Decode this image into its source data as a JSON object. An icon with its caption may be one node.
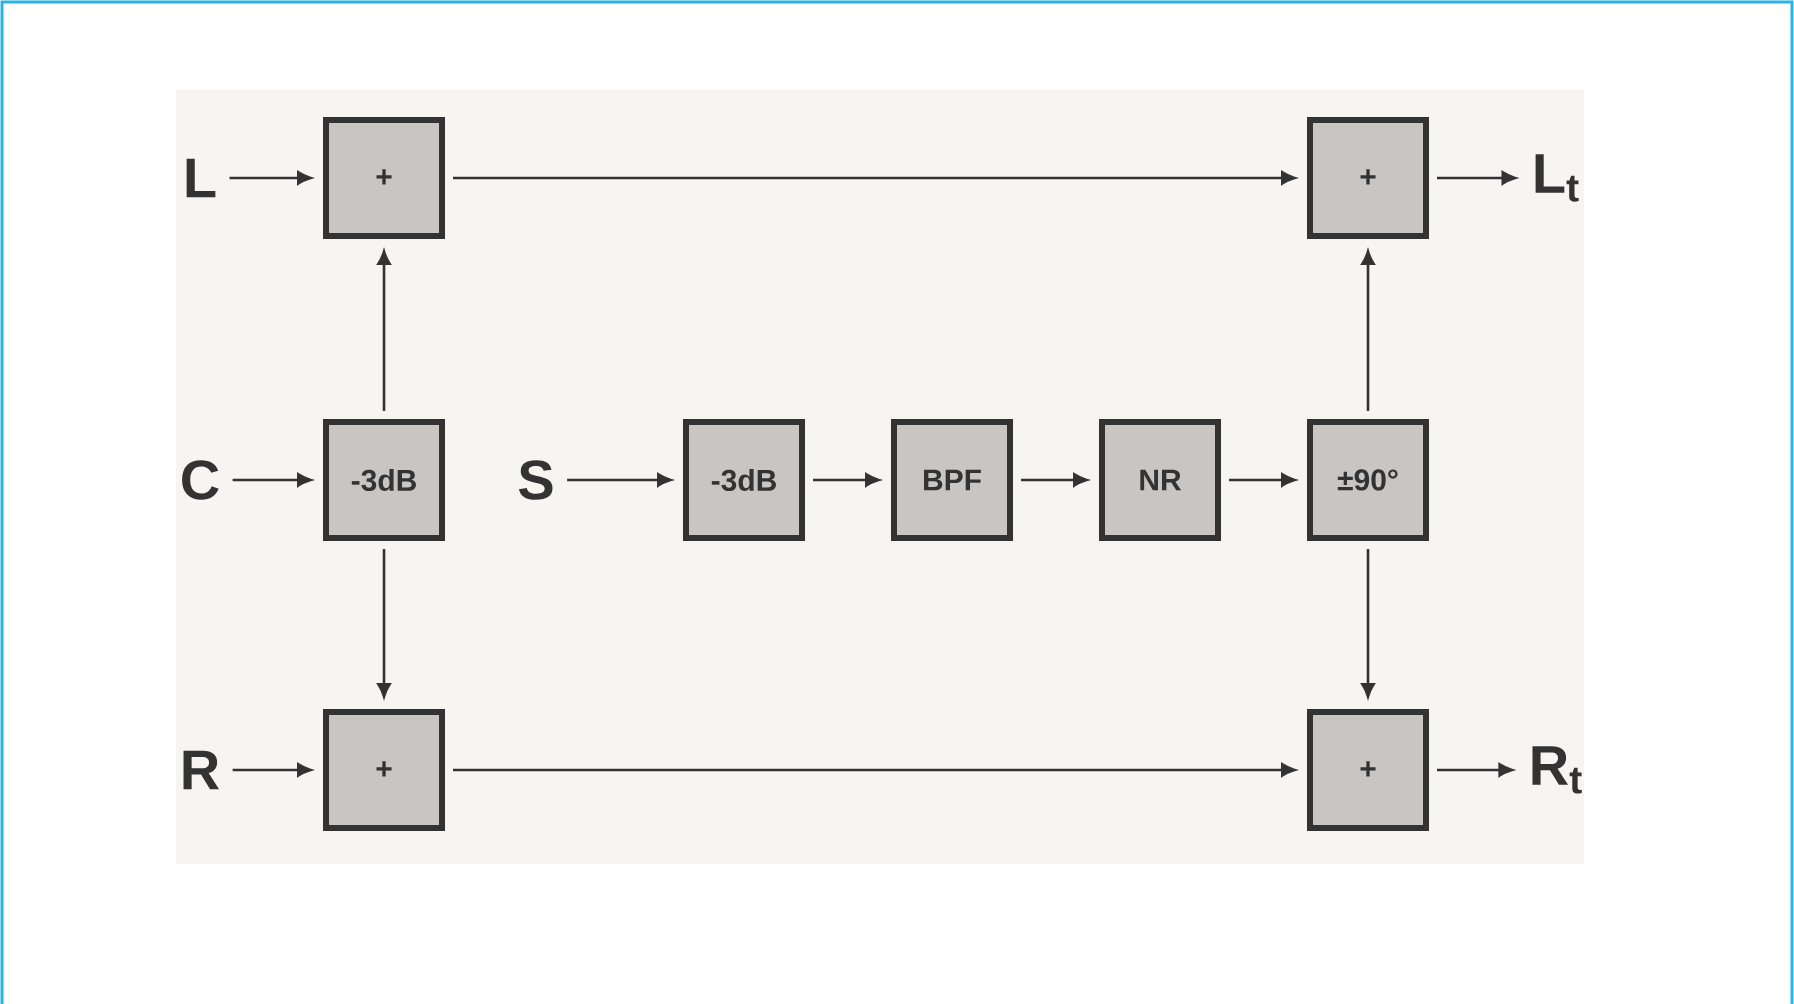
{
  "diagram": {
    "nodes": [
      {
        "text": [
          "L"
        ]
      },
      {
        "text": [
          "+"
        ]
      },
      {
        "text": [
          "+"
        ]
      },
      {
        "text": [
          "L$_{t}$"
        ]
      },
      {
        "text": [
          "C"
        ]
      },
      {
        "text": [
          "-3dB"
        ]
      },
      {
        "text": [
          "S"
        ]
      },
      {
        "text": [
          "-3dB"
        ]
      },
      {
        "text": [
          "BPF"
        ]
      },
      {
        "text": [
          "NR"
        ]
      },
      {
        "text": [
          "±90°"
        ]
      },
      {
        "text": [
          "R"
        ]
      },
      {
        "text": [
          "+"
        ]
      },
      {
        "text": [
          "+"
        ]
      },
      {
        "text": [
          "R$_{t}$"
        ]
      }
    ],
    "edges": [
      {
        "from": 0,
        "to": 1,
        "arrow": "to"
      },
      {
        "from": 1,
        "to": 2,
        "arrow": "to"
      },
      {
        "from": 2,
        "to": 3,
        "arrow": "to"
      },
      {
        "from": 5,
        "to": 1,
        "arrow": "to"
      },
      {
        "from": 4,
        "to": 5,
        "arrow": "to"
      },
      {
        "from": 5,
        "to": 12,
        "arrow": "to"
      },
      {
        "from": 6,
        "to": 7,
        "arrow": "to"
      },
      {
        "from": 7,
        "to": 8,
        "arrow": "to"
      },
      {
        "from": 8,
        "to": 9,
        "arrow": "to"
      },
      {
        "from": 9,
        "to": 10,
        "arrow": "to"
      },
      {
        "from": 10,
        "to": 2,
        "arrow": "to"
      },
      {
        "from": 10,
        "to": 13,
        "arrow": "to"
      },
      {
        "from": 11,
        "to": 12,
        "arrow": "to"
      },
      {
        "from": 12,
        "to": 13,
        "arrow": "to"
      },
      {
        "from": 13,
        "to": 14,
        "arrow": "to"
      }
    ]
  }
}
